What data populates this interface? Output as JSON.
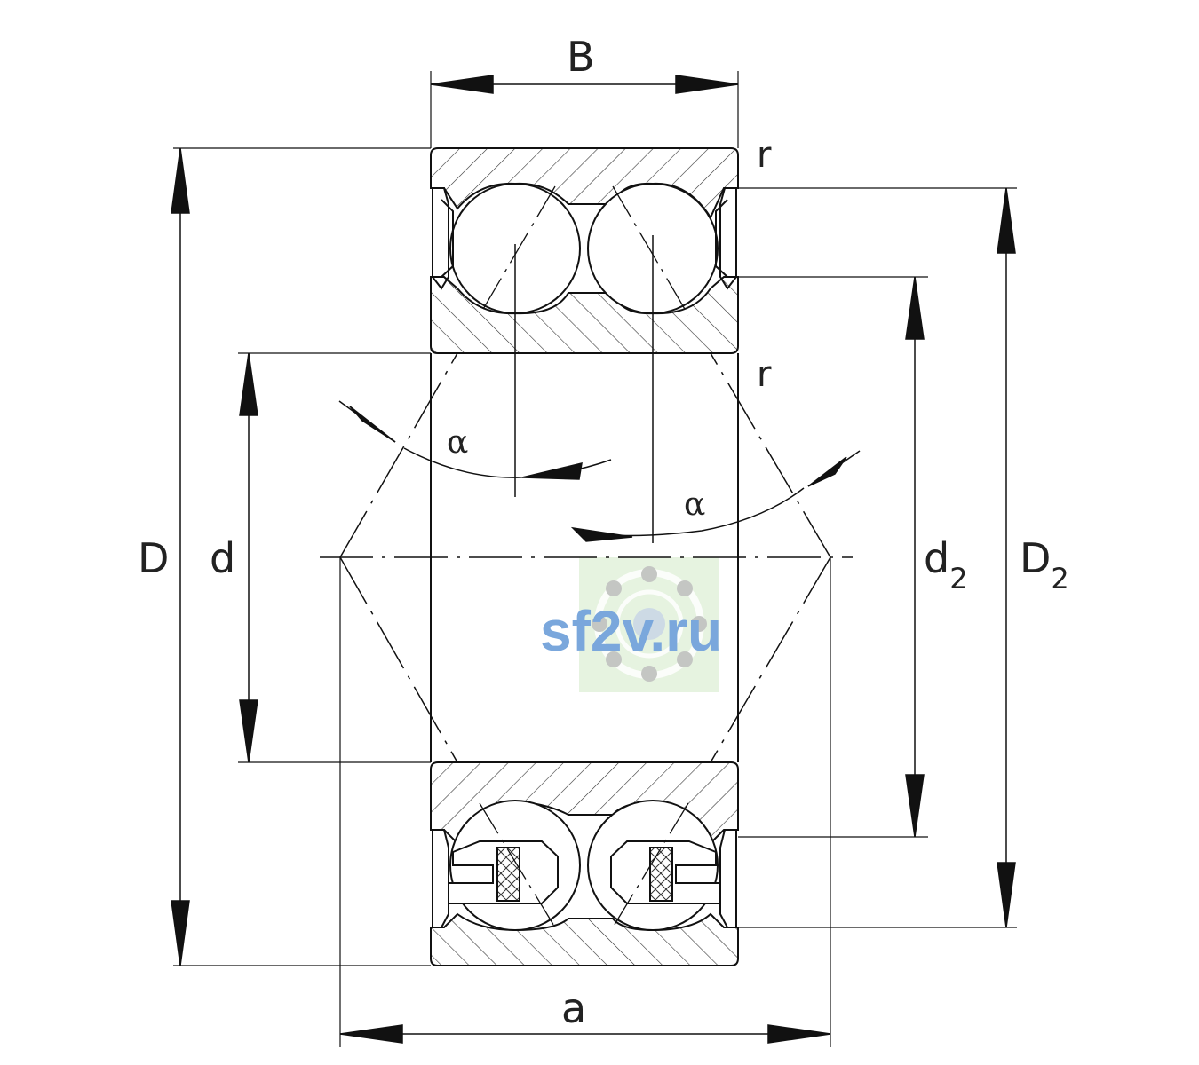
{
  "labels": {
    "B": "B",
    "D": "D",
    "d": "d",
    "d2_main": "d",
    "d2_sub": "2",
    "D2_main": "D",
    "D2_sub": "2",
    "a": "a",
    "r_top": "r",
    "r_bottom": "r",
    "alpha_left": "α",
    "alpha_right": "α"
  },
  "watermark": {
    "text": "sf2v.ru"
  },
  "colors": {
    "line": "#111111",
    "hatch": "#333333",
    "watermark_text": "#7aa7dc",
    "watermark_bg": "#e6f3e0"
  }
}
